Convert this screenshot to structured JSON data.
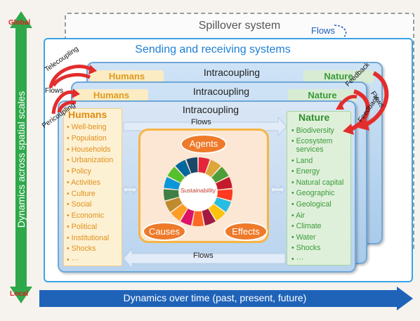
{
  "spillover_title": "Spillover system",
  "flows_top": "Flows",
  "sending_receiving_title": "Sending and receiving systems",
  "intracoupling": "Intracoupling",
  "humans_tab": "Humans",
  "nature_tab": "Nature",
  "side_labels": {
    "telecoupling": "Telecoupling",
    "flows": "Flows",
    "pericoupling": "Pericoupling",
    "feedback": "Feedback"
  },
  "humans": {
    "title": "Humans",
    "items": [
      "Well-being",
      "Population",
      "Households",
      "Urbanization",
      "Policy",
      "Activities",
      "Culture",
      "Social",
      "Economic",
      "Political",
      "Institutional",
      "Shocks",
      "···"
    ]
  },
  "nature": {
    "title": "Nature",
    "items": [
      "Biodiversity",
      "Ecosystem services",
      "Land",
      "Energy",
      "Natural capital",
      "Geographic",
      "Geological",
      "Air",
      "Climate",
      "Water",
      "Shocks",
      "···"
    ]
  },
  "center": {
    "agents": "Agents",
    "causes": "Causes",
    "effects": "Effects",
    "sustainability": "Sustainability"
  },
  "flows_label": "Flows",
  "y_axis": {
    "label": "Dynamics across spatial scales",
    "top": "Global",
    "bottom": "Local"
  },
  "x_axis": {
    "label": "Dynamics over time (past, present, future)"
  },
  "colors": {
    "sdg": [
      "#e5243b",
      "#dda63a",
      "#4c9f38",
      "#c5192d",
      "#ff3a21",
      "#26bde2",
      "#fcc30b",
      "#a21942",
      "#fd6925",
      "#dd1367",
      "#fd9d24",
      "#bf8b2e",
      "#3f7e44",
      "#0a97d9",
      "#56c02b",
      "#00689d",
      "#19486a"
    ]
  }
}
